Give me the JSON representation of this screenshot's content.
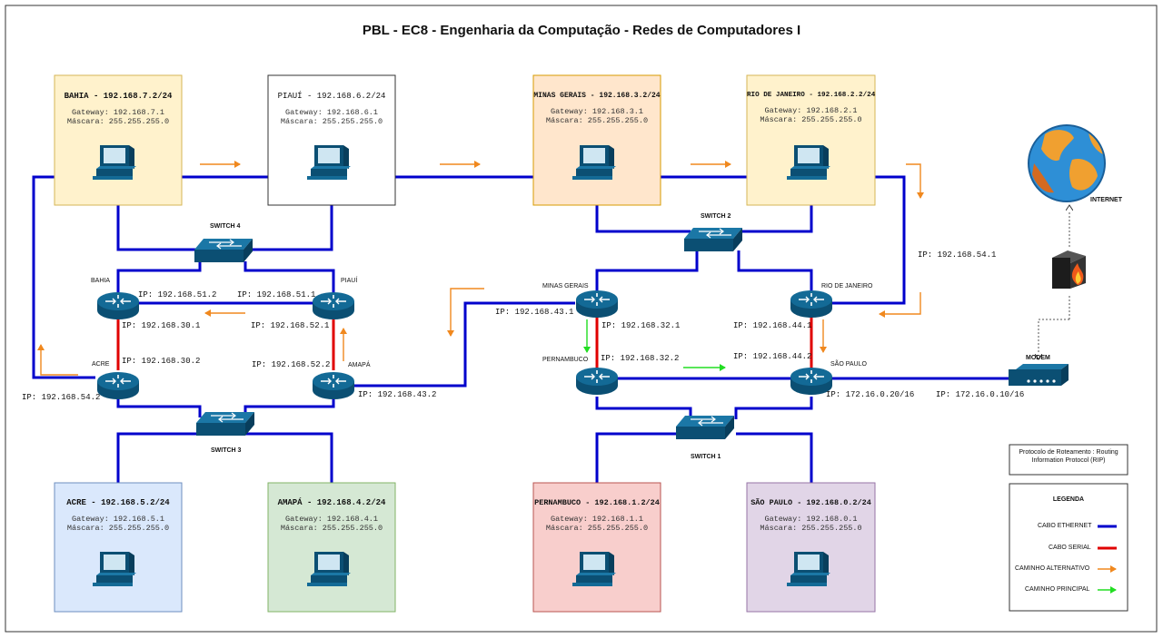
{
  "title": "PBL - EC8 - Engenharia da Computação - Redes de Computadores I",
  "colors": {
    "ethernet": "#0000cc",
    "serial": "#e00000",
    "alt_path": "#f0881e",
    "main_path": "#22dd22",
    "device": "#0c5a80"
  },
  "hosts": {
    "bahia": {
      "title": "BAHIA - 192.168.7.2/24",
      "gateway": "Gateway: 192.168.7.1",
      "mask": "Máscara: 255.255.255.0",
      "fill": "#fff2cc"
    },
    "piaui": {
      "title": "PIAUÍ - 192.168.6.2/24",
      "gateway": "Gateway: 192.168.6.1",
      "mask": "Máscara: 255.255.255.0",
      "fill": "#ffffff"
    },
    "minas": {
      "title": "MINAS GERAIS - 192.168.3.2/24",
      "gateway": "Gateway: 192.168.3.1",
      "mask": "Máscara: 255.255.255.0",
      "fill": "#ffe6cc"
    },
    "rio": {
      "title": "RIO DE JANEIRO - 192.168.2.2/24",
      "gateway": "Gateway: 192.168.2.1",
      "mask": "Máscara: 255.255.255.0",
      "fill": "#fff2cc"
    },
    "acre": {
      "title": "ACRE - 192.168.5.2/24",
      "gateway": "Gateway: 192.168.5.1",
      "mask": "Máscara: 255.255.255.0",
      "fill": "#dae8fc"
    },
    "amapa": {
      "title": "AMAPÁ - 192.168.4.2/24",
      "gateway": "Gateway: 192.168.4.1",
      "mask": "Máscara: 255.255.255.0",
      "fill": "#d5e8d4"
    },
    "pernambuco": {
      "title": "PERNAMBUCO - 192.168.1.2/24",
      "gateway": "Gateway: 192.168.1.1",
      "mask": "Máscara: 255.255.255.0",
      "fill": "#f8cecc"
    },
    "saopaulo": {
      "title": "SÃO PAULO - 192.168.0.2/24",
      "gateway": "Gateway: 192.168.0.1",
      "mask": "Máscara: 255.255.255.0",
      "fill": "#e1d5e7"
    }
  },
  "switches": {
    "s4": "SWITCH 4",
    "s3": "SWITCH 3",
    "s2": "SWITCH 2",
    "s1": "SWITCH 1"
  },
  "routers": {
    "bahia": "BAHIA",
    "piaui": "PIAUÍ",
    "acre": "ACRE",
    "amapa": "AMAPÁ",
    "minas": "MINAS GERAIS",
    "rio": "RIO DE JANEIRO",
    "pernambuco": "PERNAMBUCO",
    "saopaulo": "SÃO PAULO"
  },
  "ips": {
    "bahia_51": "IP: 192.168.51.2",
    "piaui_51": "IP: 192.168.51.1",
    "bahia_30": "IP: 192.168.30.1",
    "piaui_52": "IP: 192.168.52.1",
    "acre_30": "IP: 192.168.30.2",
    "amapa_52": "IP: 192.168.52.2",
    "acre_54": "IP: 192.168.54.2",
    "amapa_43": "IP: 192.168.43.2",
    "minas_43": "IP: 192.168.43.1",
    "minas_32": "IP: 192.168.32.1",
    "rio_44": "IP: 192.168.44.1",
    "rio_54": "IP: 192.168.54.1",
    "pern_32": "IP: 192.168.32.2",
    "sp_44": "IP: 192.168.44.2",
    "sp_172": "IP: 172.16.0.20/16",
    "modem_172": "IP: 172.16.0.10/16"
  },
  "internet": "INTERNET",
  "modem": "MODEM",
  "protocol": "Protocolo de Roteamento : Routing Information Protocol (RIP)",
  "legend": {
    "title": "LEGENDA",
    "items": [
      {
        "label": "CABO ETHERNET",
        "type": "ethernet"
      },
      {
        "label": "CABO SERIAL",
        "type": "serial"
      },
      {
        "label": "CAMINHO ALTERNATIVO",
        "type": "alt"
      },
      {
        "label": "CAMINHO PRINCIPAL",
        "type": "main"
      }
    ]
  }
}
